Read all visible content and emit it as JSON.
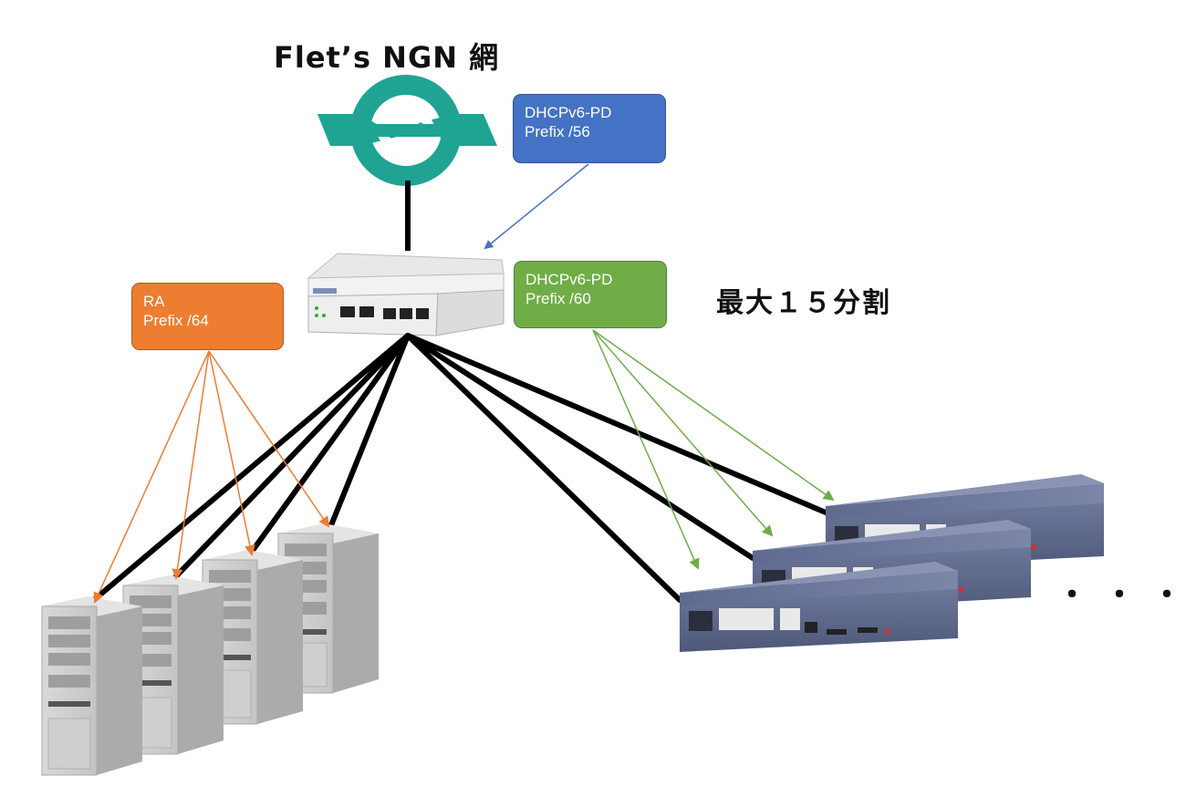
{
  "title": "Flet’s NGN 網",
  "split_label": "最大１５分割",
  "ellipsis": "・・・",
  "boxes": {
    "blue": {
      "line1": "DHCPv6-PD",
      "line2": "Prefix /56"
    },
    "green": {
      "line1": "DHCPv6-PD",
      "line2": "Prefix /60"
    },
    "orange": {
      "line1": "RA",
      "line2": "Prefix /64"
    }
  },
  "colors": {
    "blue": "#4472c4",
    "green": "#70ad47",
    "orange": "#ed7d31",
    "ngn_logo": "#1fa494",
    "link": "#000000"
  }
}
